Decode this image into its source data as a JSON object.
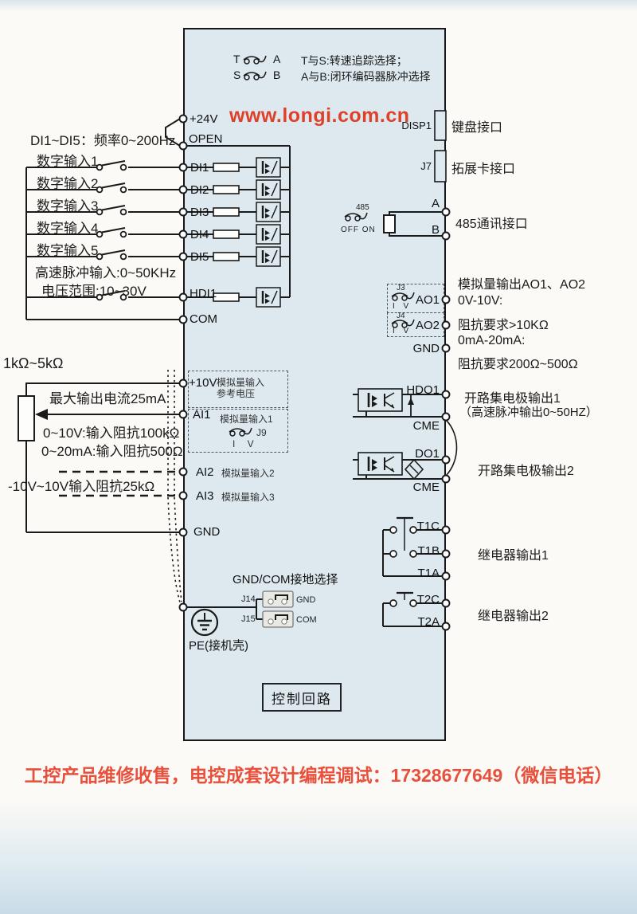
{
  "colors": {
    "accent_red": "#e0402a",
    "footer_red": "#e8503c",
    "box_fill": "#dde9ef",
    "line": "#1a1a1a"
  },
  "header": {
    "row1": {
      "left": "T",
      "right": "A",
      "desc": "T与S:转速追踪选择；"
    },
    "row2": {
      "left": "S",
      "right": "B",
      "desc": "A与B:闭环编码器脉冲选择"
    },
    "url": "www.longi.com.cn"
  },
  "left": {
    "di_note": "DI1~DI5：频率0~200Hz",
    "di_labels": [
      "数字输入1",
      "数字输入2",
      "数字输入3",
      "数字输入4",
      "数字输入5"
    ],
    "hdi_note1": "高速脉冲输入:0~50KHz",
    "hdi_note2": "电压范围:10~30V",
    "pot_label": "1kΩ~5kΩ",
    "max_current": "最大输出电流25mA",
    "ai1_note1": "0~10V:输入阻抗100kΩ",
    "ai1_note2": "0~20mA:输入阻抗500Ω",
    "ai23_note": "-10V~10V输入阻抗25kΩ"
  },
  "terminals": {
    "p24v": "+24V",
    "open": "OPEN",
    "di": [
      "DI1",
      "DI2",
      "DI3",
      "DI4",
      "DI5"
    ],
    "hdi1": "HDI1",
    "com": "COM",
    "p10v": "+10V",
    "ai1": "AI1",
    "ai2": "AI2",
    "ai3": "AI3",
    "gnd": "GND",
    "a": "A",
    "b": "B",
    "ao1": "AO1",
    "ao2": "AO2",
    "gnd2": "GND",
    "hdo1": "HDO1",
    "cme1": "CME",
    "do1": "DO1",
    "cme2": "CME",
    "t1c": "T1C",
    "t1b": "T1B",
    "t1a": "T1A",
    "t2c": "T2C",
    "t2a": "T2A"
  },
  "inner": {
    "ref1": "模拟量输入",
    "ref2": "参考电压",
    "ai1_label": "模拟量输入1",
    "j9": "J9",
    "j9_iv": "I V",
    "ai2_label": "模拟量输入2",
    "ai3_label": "模拟量输入3",
    "gndcom_title": "GND/COM接地选择",
    "j14": "J14",
    "j14_target": "GND",
    "j15": "J15",
    "j15_target": "COM",
    "pe": "PE(接机壳)",
    "control": "控制回路"
  },
  "right": {
    "disp1": "DISP1",
    "keyboard_if": "键盘接口",
    "j7": "J7",
    "expansion_if": "拓展卡接口",
    "sw485": "485",
    "sw485_state": "OFF ON",
    "comm485": "485通讯接口",
    "ao_title": "模拟量输出AO1、AO2",
    "ao_line1": "0V-10V:",
    "ao_line2": "阻抗要求>10KΩ",
    "ao_line3": "0mA-20mA:",
    "ao_line4": "阻抗要求200Ω~500Ω",
    "j3": "J3",
    "j3_iv": "I V",
    "j4": "J4",
    "j4_iv": "I V",
    "oc1_line1": "开路集电极输出1",
    "oc1_line2": "（高速脉冲输出0~50HZ）",
    "oc2": "开路集电极输出2",
    "relay1": "继电器输出1",
    "relay2": "继电器输出2"
  },
  "footer": {
    "ad": "工控产品维修收售，电控成套设计编程调试：17328677649（微信电话）"
  }
}
